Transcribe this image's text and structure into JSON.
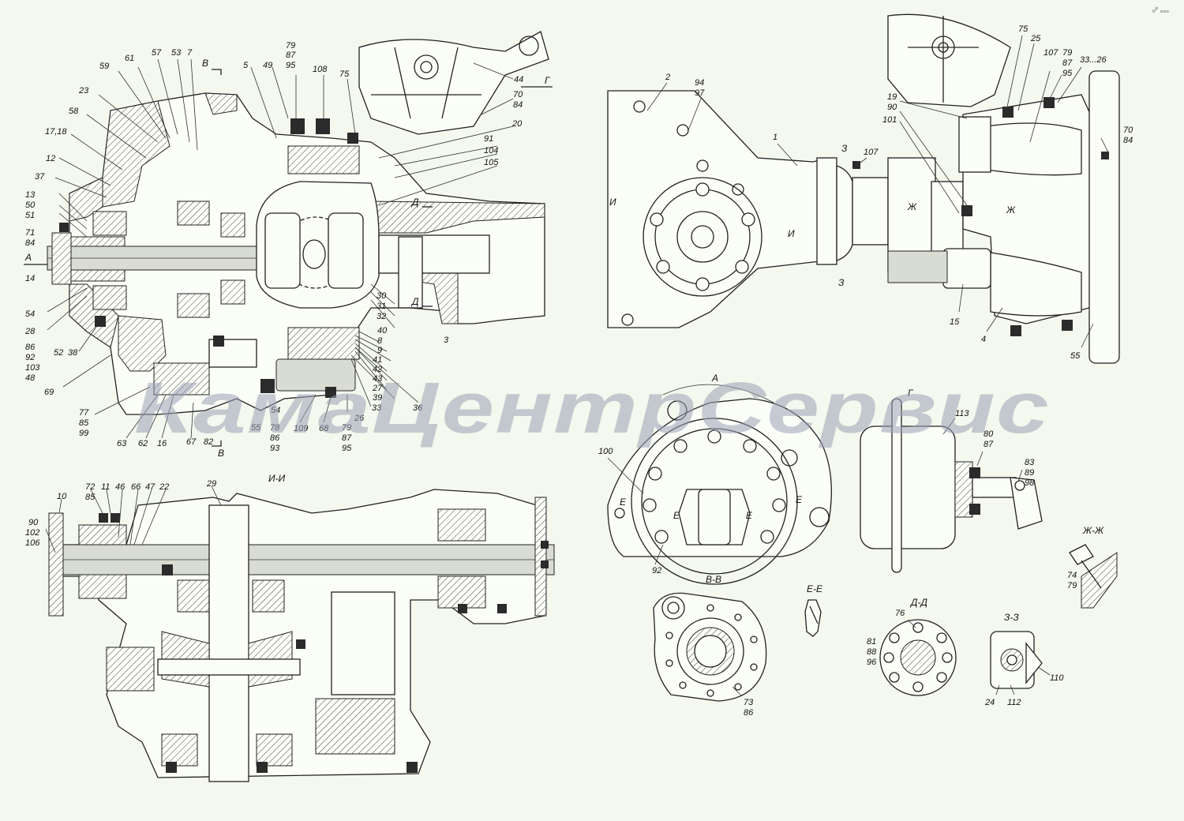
{
  "watermark": "КамаЦентрСервис",
  "corner_mark": "₀ᴾ ₒₒₒ",
  "section_titles": {
    "ii": "И-И",
    "bb": "В-В",
    "ee": "Е-Е",
    "dd": "Д-Д",
    "zz": "З-З",
    "zhzh": "Ж-Ж",
    "a": "А",
    "g": "Г"
  },
  "cut_marks": {
    "b_top": "В",
    "b_bottom": "В",
    "g": "Г",
    "a": "А",
    "d_top": "Д",
    "d_bottom": "Д",
    "i_left": "И",
    "i_right": "И",
    "z_top": "З",
    "z_bottom": "З",
    "zh_left": "Ж",
    "zh_right": "Ж",
    "e1": "Е",
    "e2": "Е",
    "e3": "Е",
    "e4": "Е"
  },
  "callouts_main": [
    "79",
    "87",
    "95",
    "49",
    "108",
    "75",
    "5",
    "В",
    "57",
    "53",
    "7",
    "61",
    "59",
    "23",
    "58",
    "17,18",
    "12",
    "37",
    "13",
    "50",
    "51",
    "71",
    "84",
    "14",
    "54",
    "28",
    "86",
    "92",
    "103",
    "48",
    "52",
    "38",
    "69",
    "77",
    "85",
    "99",
    "63",
    "62",
    "16",
    "67",
    "82",
    "54",
    "55",
    "78",
    "86",
    "93",
    "109",
    "68",
    "26",
    "79",
    "87",
    "95",
    "33",
    "36",
    "39",
    "27",
    "43",
    "42",
    "41",
    "9",
    "8",
    "40",
    "32",
    "31",
    "30",
    "3",
    "105",
    "104",
    "91",
    "20",
    "70",
    "84",
    "44"
  ],
  "callouts_top_right": [
    "2",
    "94",
    "97",
    "1",
    "107",
    "75",
    "25",
    "107",
    "87",
    "95",
    "79",
    "33...26",
    "19",
    "90",
    "101",
    "70",
    "84",
    "15",
    "4",
    "55"
  ],
  "callouts_bottom_left": [
    "72",
    "11",
    "46",
    "66",
    "47",
    "22",
    "10",
    "85",
    "29",
    "90",
    "102",
    "106"
  ],
  "callouts_bottom_right": [
    "100",
    "92",
    "113",
    "80",
    "87",
    "83",
    "89",
    "98",
    "74",
    "79",
    "76",
    "81",
    "88",
    "96",
    "73",
    "86",
    "24",
    "112",
    "110"
  ]
}
